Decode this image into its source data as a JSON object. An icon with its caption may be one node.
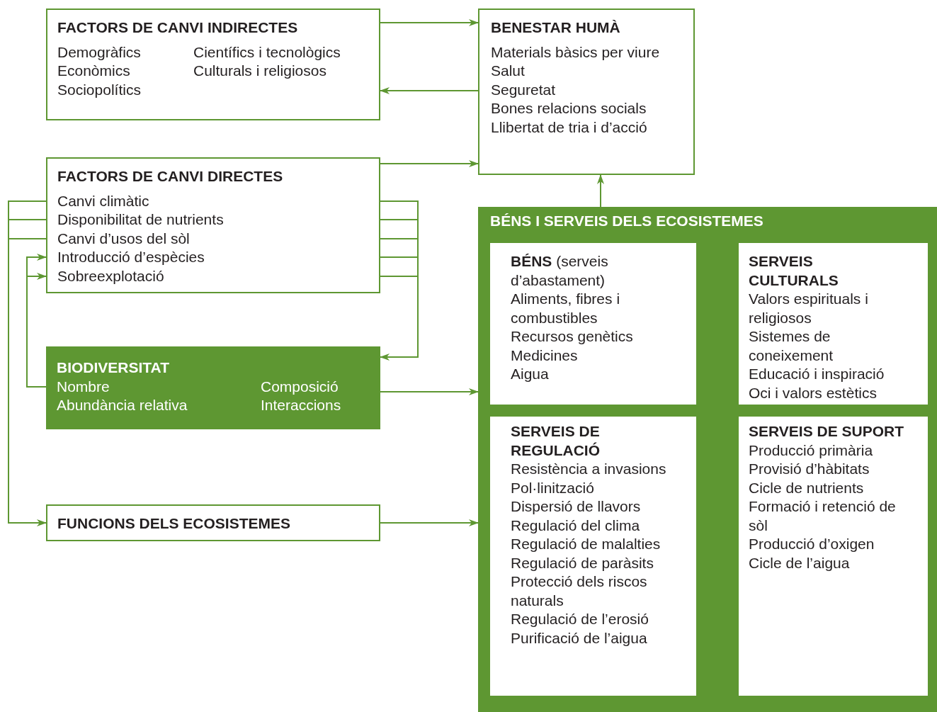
{
  "diagram": {
    "nodes": [
      {
        "text": [
          "FACTORS DE CANVI INDIRECTES",
          "Demogràfics",
          "Econòmics",
          "Sociopolítics",
          "Científics i tecnològics",
          "Culturals i religiosos"
        ]
      },
      {
        "text": [
          "BENESTAR HUMÀ",
          "Materials bàsics per viure",
          "Salut",
          "Seguretat",
          "Bones relacions socials",
          "Llibertat de tria i d’acció"
        ]
      },
      {
        "text": [
          "FACTORS DE CANVI DIRECTES",
          "Canvi climàtic",
          "Disponibilitat de nutrients",
          "Canvi d’usos del sòl",
          "Introducció d’espècies",
          "Sobreexplotació"
        ]
      },
      {
        "text": [
          "BIODIVERSITAT",
          "Nombre",
          "Abundància relativa",
          "Composició",
          "Interaccions"
        ]
      },
      {
        "text": [
          "FUNCIONS DELS ECOSISTEMES"
        ]
      },
      {
        "text": [
          "BÉNS I SERVEIS DELS ECOSISTEMES"
        ]
      },
      {
        "text": [
          "**BÉNS** (serveis d’abastament)",
          "Aliments, fibres i combustibles",
          "Recursos genètics",
          "Medicines",
          "Aigua"
        ],
        "in": 5
      },
      {
        "text": [
          "SERVEIS CULTURALS",
          "Valors espirituals i religiosos",
          "Sistemes de coneixement",
          "Educació i inspiració",
          "Oci i valors estètics"
        ],
        "in": 5
      },
      {
        "text": [
          "SERVEIS DE REGULACIÓ",
          "Resistència a invasions",
          "Pol·linització",
          "Dispersió de llavors",
          "Regulació del clima",
          "Regulació de malalties",
          "Regulació de paràsits",
          "Protecció dels riscos naturals",
          "Regulació de l’erosió",
          "Purificació de l’aigua"
        ],
        "in": 5
      },
      {
        "text": [
          "SERVEIS DE SUPORT",
          "Producció primària",
          "Provisió d’hàbitats",
          "Cicle de nutrients",
          "Formació i retenció de sòl",
          "Producció d’oxigen",
          "Cicle de l’aigua"
        ],
        "in": 5
      }
    ],
    "edges": [
      {
        "from": 0,
        "to": 1,
        "arrow": "to"
      },
      {
        "from": 1,
        "to": 0,
        "arrow": "to"
      },
      {
        "from": 2,
        "to": 1,
        "arrow": "to"
      },
      {
        "from": 5,
        "to": 1,
        "arrow": "to"
      },
      {
        "from": 2,
        "to": 4,
        "arrow": "to"
      },
      {
        "from": 2,
        "to": 3,
        "arrow": "to"
      },
      {
        "from": 3,
        "to": 2,
        "arrow": "to"
      },
      {
        "from": 3,
        "to": 5,
        "arrow": "to"
      },
      {
        "from": 4,
        "to": 5,
        "arrow": "to"
      }
    ]
  }
}
